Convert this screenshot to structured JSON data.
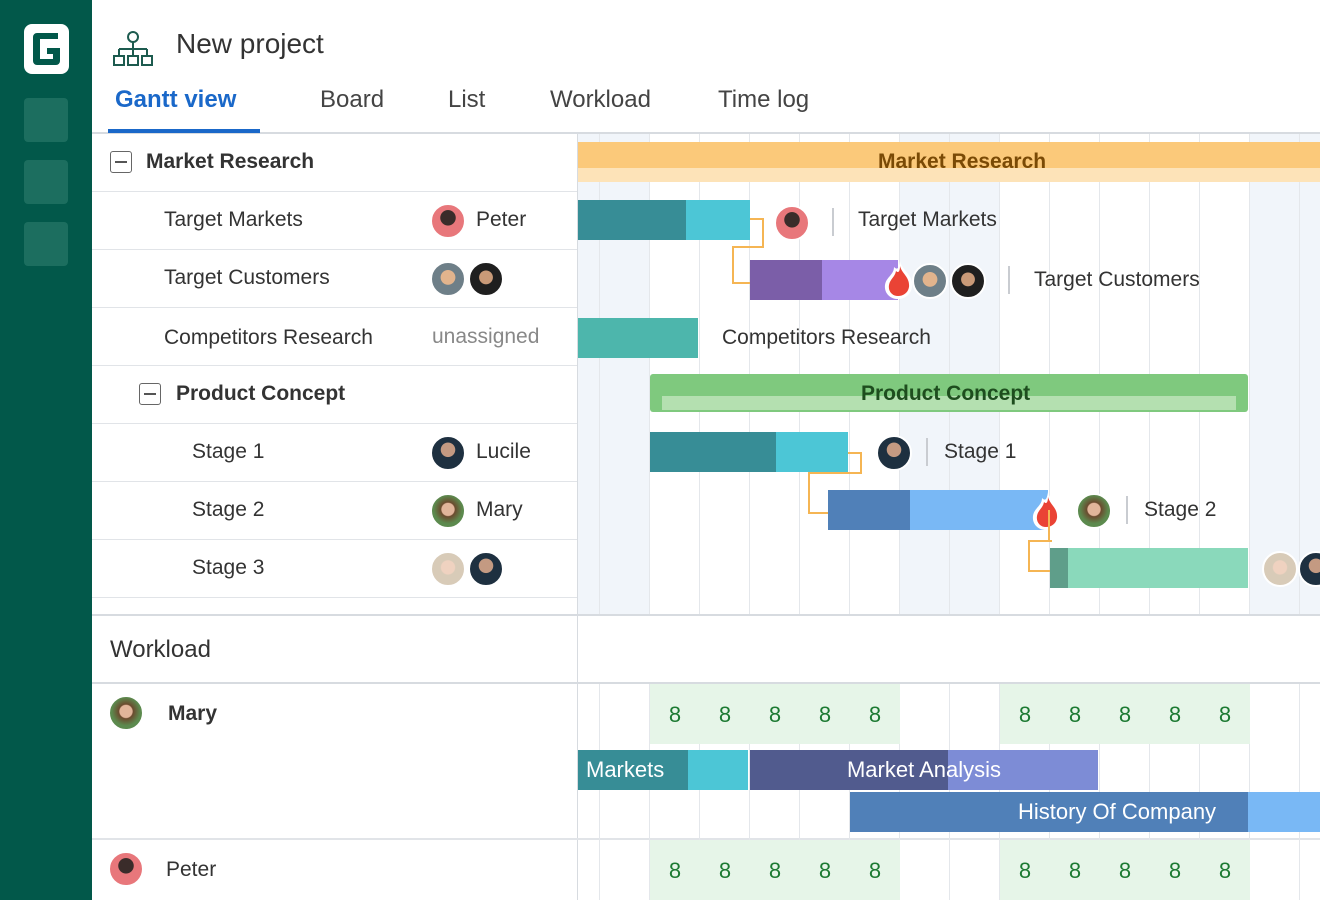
{
  "app": {
    "logo_letter": "G"
  },
  "header": {
    "title": "New project",
    "icon": "hierarchy-icon"
  },
  "tabs": [
    {
      "label": "Gantt view",
      "active": true
    },
    {
      "label": "Board",
      "active": false
    },
    {
      "label": "List",
      "active": false
    },
    {
      "label": "Workload",
      "active": false
    },
    {
      "label": "Time log",
      "active": false
    }
  ],
  "colors": {
    "accent": "#1a68c9",
    "rail": "#02584a"
  },
  "tasks": [
    {
      "name": "Market Research",
      "type": "group",
      "assignee": ""
    },
    {
      "name": "Target Markets",
      "assignee": "Peter"
    },
    {
      "name": "Target Customers",
      "assignee": ""
    },
    {
      "name": "Competitors Research",
      "assignee": "unassigned"
    },
    {
      "name": "Product Concept",
      "type": "group",
      "assignee": ""
    },
    {
      "name": "Stage 1",
      "assignee": "Lucile"
    },
    {
      "name": "Stage 2",
      "assignee": "Mary"
    },
    {
      "name": "Stage 3",
      "assignee": ""
    }
  ],
  "gantt": {
    "market_research": "Market Research",
    "target_markets": "Target Markets",
    "target_customers": "Target Customers",
    "competitors_research": "Competitors Research",
    "product_concept": "Product Concept",
    "stage1": "Stage 1",
    "stage2": "Stage 2"
  },
  "workload": {
    "title": "Workload",
    "people": [
      {
        "name": "Mary",
        "hours": [
          "8",
          "8",
          "8",
          "8",
          "8",
          "8",
          "8",
          "8",
          "8",
          "8"
        ]
      },
      {
        "name": "Peter",
        "hours": [
          "8",
          "8",
          "8",
          "8",
          "8",
          "8",
          "8",
          "8",
          "8",
          "8"
        ]
      }
    ],
    "bars": {
      "markets": "Markets",
      "market_analysis": "Market Analysis",
      "history": "History Of Company"
    }
  }
}
